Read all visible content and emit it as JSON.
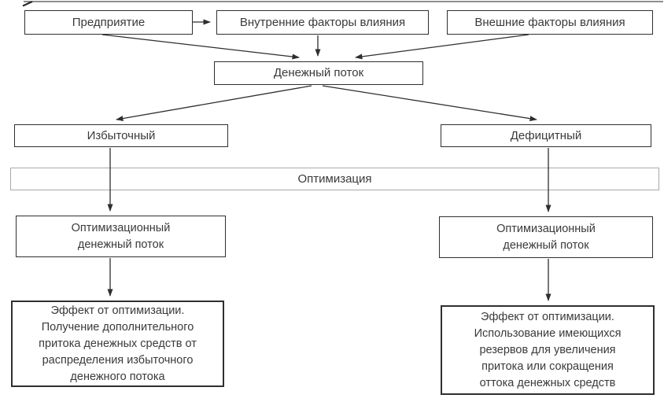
{
  "diagram": {
    "nodes": {
      "enterprise": "Предприятие",
      "internal_factors": "Внутренние факторы влияния",
      "external_factors": "Внешние факторы влияния",
      "cash_flow": "Денежный поток",
      "excess": "Избыточный",
      "deficit": "Дефицитный",
      "optimization": "Оптимизация",
      "optimizing_flow_left": "Оптимизационный\nденежный поток",
      "optimizing_flow_right": "Оптимизационный\nденежный поток",
      "effect_left": "Эффект от оптимизации.\nПолучение дополнительного\nпритока денежных средств от\nраспределения избыточного\nденежного потока",
      "effect_right": "Эффект от оптимизации.\nИспользование имеющихся\nрезервов для увеличения\nпритока или сокращения\nоттока денежных средств"
    },
    "colors": {
      "background": "#ffffff",
      "box_border": "#2f2f2f",
      "optimization_bar_border": "#a9a9a9",
      "text": "#3a3a3a",
      "arrow": "#2e2e2e"
    }
  }
}
